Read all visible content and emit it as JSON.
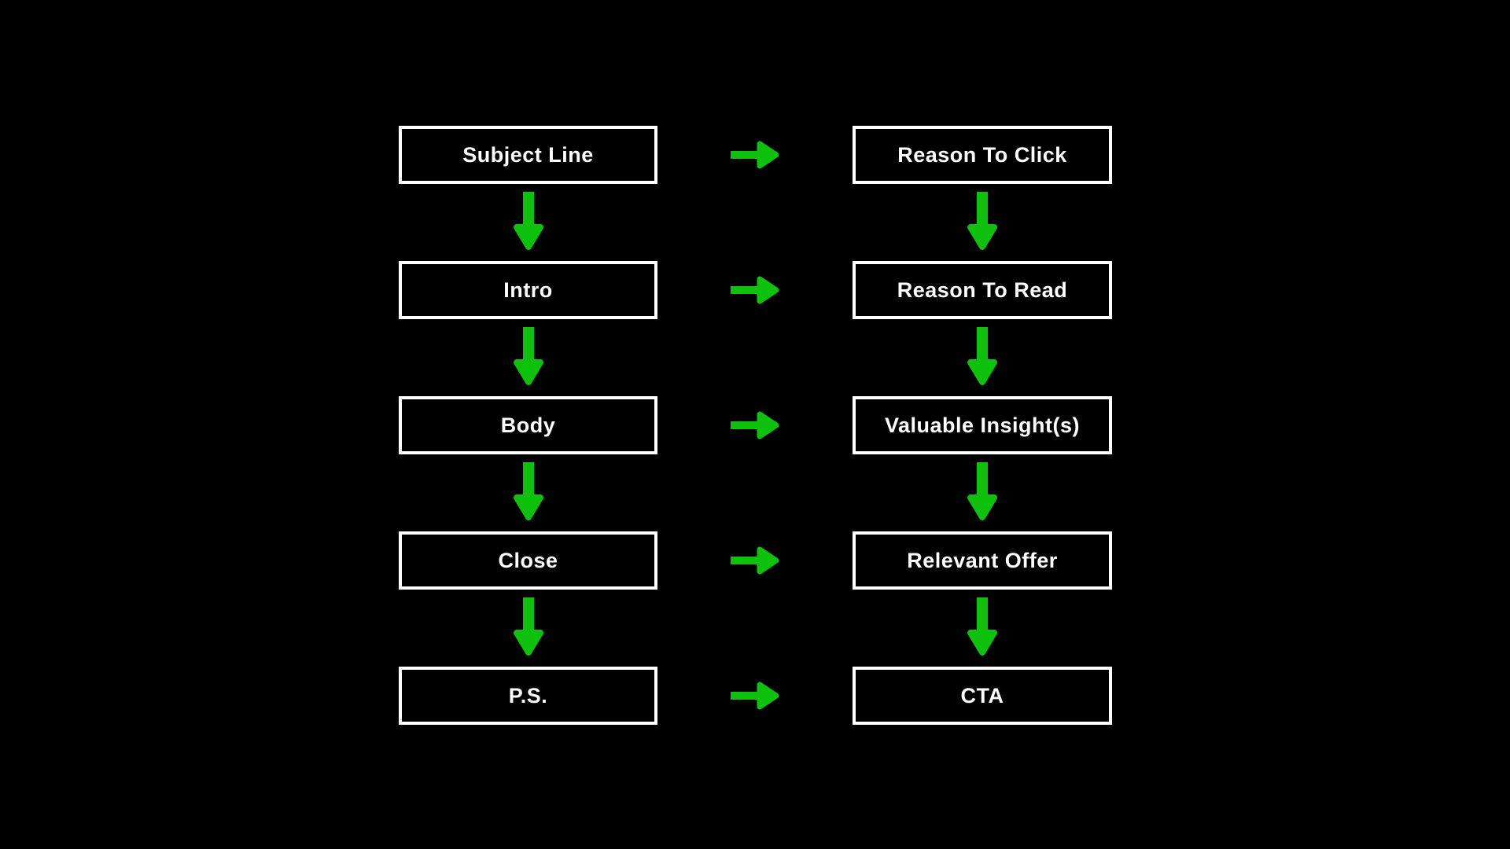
{
  "colors": {
    "background": "#000000",
    "box_background": "#000000",
    "box_border": "#ffffff",
    "box_text": "#ffffff",
    "arrow_green": "#0dc10d"
  },
  "flow": {
    "rows": [
      {
        "left": "Subject Line",
        "right": "Reason To Click"
      },
      {
        "left": "Intro",
        "right": "Reason To Read"
      },
      {
        "left": "Body",
        "right": "Valuable Insight(s)"
      },
      {
        "left": "Close",
        "right": "Relevant Offer"
      },
      {
        "left": "P.S.",
        "right": "CTA"
      }
    ]
  }
}
